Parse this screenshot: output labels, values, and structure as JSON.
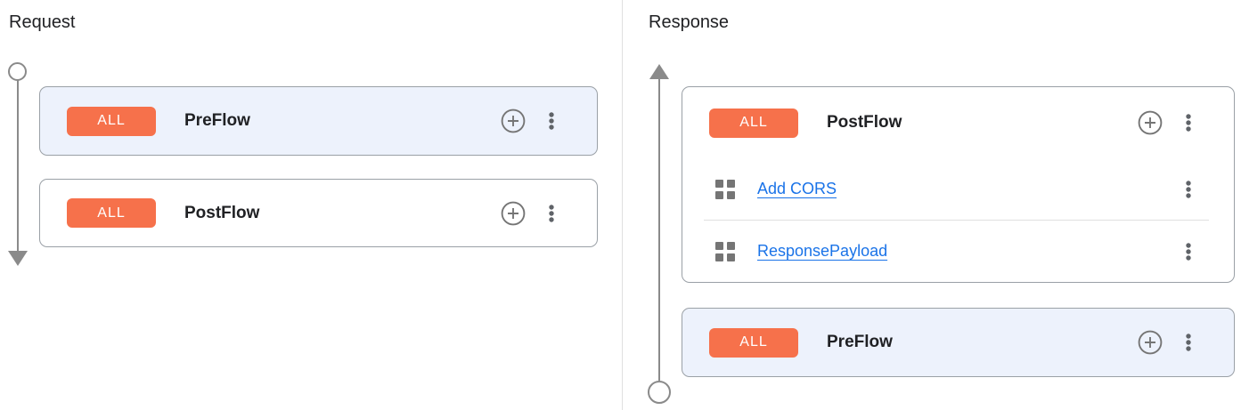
{
  "request_panel": {
    "title": "Request",
    "flows": [
      {
        "badge": "ALL",
        "name": "PreFlow"
      },
      {
        "badge": "ALL",
        "name": "PostFlow"
      }
    ]
  },
  "response_panel": {
    "title": "Response",
    "flows": [
      {
        "badge": "ALL",
        "name": "PostFlow",
        "policies": [
          {
            "name": "Add CORS"
          },
          {
            "name": "ResponsePayload"
          }
        ]
      },
      {
        "badge": "ALL",
        "name": "PreFlow"
      }
    ]
  },
  "icons": {
    "add_step": "plus-circle-icon",
    "more_options": "three-dot-menu-icon",
    "policy": "policy-grid-icon",
    "request_flow_start": "circle-marker",
    "request_flow_end": "down-arrow-marker",
    "response_flow_start": "circle-marker",
    "response_flow_end": "up-arrow-marker"
  },
  "colors": {
    "badge_bg": "#F6714B",
    "highlight_bg": "#EDF2FC",
    "card_border": "#9AA0A6",
    "link": "#1A73E8",
    "flow_line": "#8A8A8A",
    "text": "#202124",
    "icon_gray": "#757575",
    "dots_gray": "#5F6368",
    "divider": "#E0E0E0"
  }
}
